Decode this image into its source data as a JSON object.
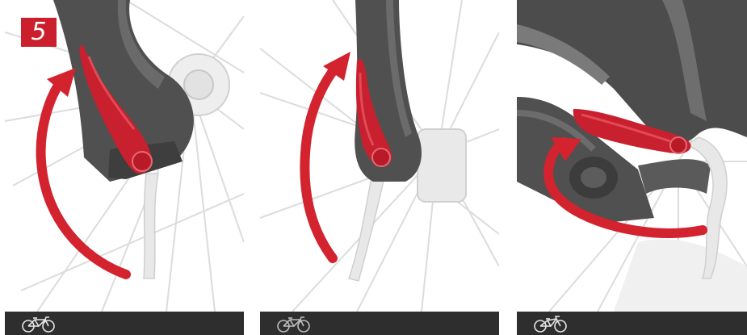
{
  "step_badge": {
    "number": "5",
    "color": "#cc1f2d"
  },
  "panels": [
    {
      "caption_icon": "road-bike-icon",
      "bike_type": "road",
      "highlight_wheel": "front"
    },
    {
      "caption_icon": "road-bike-icon",
      "bike_type": "road",
      "highlight_wheel": "none"
    },
    {
      "caption_icon": "mountain-bike-icon",
      "bike_type": "mountain",
      "highlight_wheel": "front"
    }
  ],
  "colors": {
    "lever": "#c8202e",
    "arrow": "#d2232f",
    "frame": "#4a4a4a",
    "caption_bar": "#2e2e2e",
    "spokes": "#d8d8d8"
  }
}
